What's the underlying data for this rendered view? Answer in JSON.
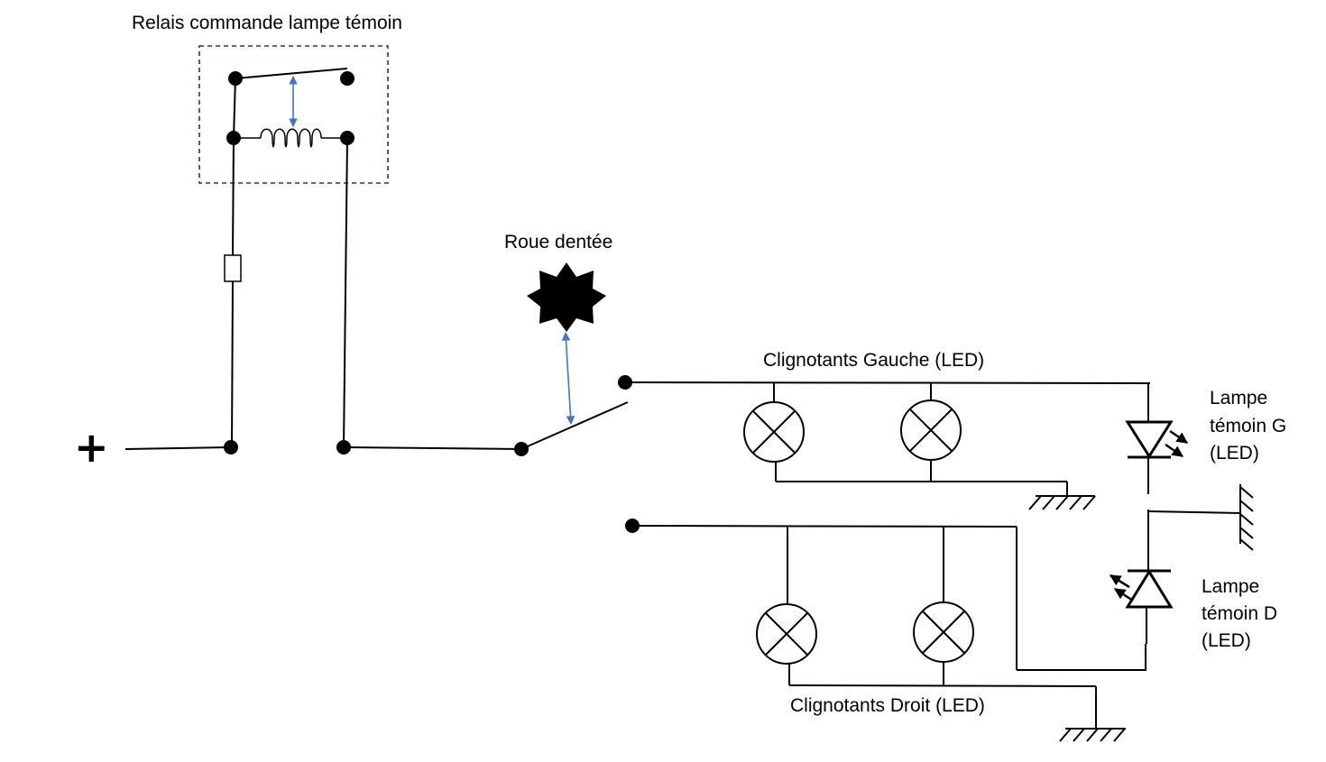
{
  "labels": {
    "relay": "Relais commande lampe témoin",
    "gear": "Roue dentée",
    "left_blinkers": "Clignotants Gauche (LED)",
    "right_blinkers": "Clignotants Droit (LED)",
    "indicator_left": [
      "Lampe",
      "témoin G",
      "(LED)"
    ],
    "indicator_right": [
      "Lampe",
      "témoin D",
      "(LED)"
    ],
    "positive": "+"
  },
  "colors": {
    "wire": "#000000",
    "mechanical_link": "#4472c4",
    "relay_box": "#1f3864"
  },
  "icons": [
    "relay-coil-icon",
    "relay-contact-icon",
    "fuse-icon",
    "gear-icon",
    "switch-icon",
    "lamp-icon",
    "led-icon",
    "ground-icon"
  ]
}
